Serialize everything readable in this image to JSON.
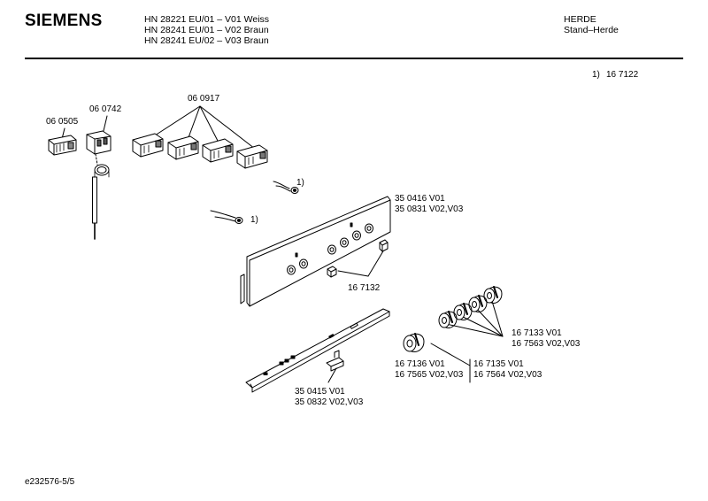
{
  "header": {
    "brand": "SIEMENS",
    "models": [
      "HN 28221 EU/01 – V01 Weiss",
      "HN 28241 EU/01 – V02 Braun",
      "HN 28241 EU/02 – V03 Braun"
    ],
    "category": "HERDE",
    "subcategory": "Stand–Herde"
  },
  "footnote": {
    "marker": "1)",
    "part": "16 7122"
  },
  "parts": {
    "p060505": "06 0505",
    "p060742": "06 0742",
    "p060917": "06 0917",
    "note1a": "1)",
    "note1b": "1)",
    "p350416": "35 0416 V01",
    "p350831": "35 0831 V02,V03",
    "p167132": "16 7132",
    "p167133": "16 7133 V01",
    "p167563": "16 7563 V02,V03",
    "p167136": "16 7136 V01",
    "p167565": "16 7565 V02,V03",
    "p167135": "16 7135 V01",
    "p167564": "16 7564 V02,V03",
    "p350415": "35 0415 V01",
    "p350832": "35 0832 V02,V03"
  },
  "doc_id": "e232576-5/5"
}
